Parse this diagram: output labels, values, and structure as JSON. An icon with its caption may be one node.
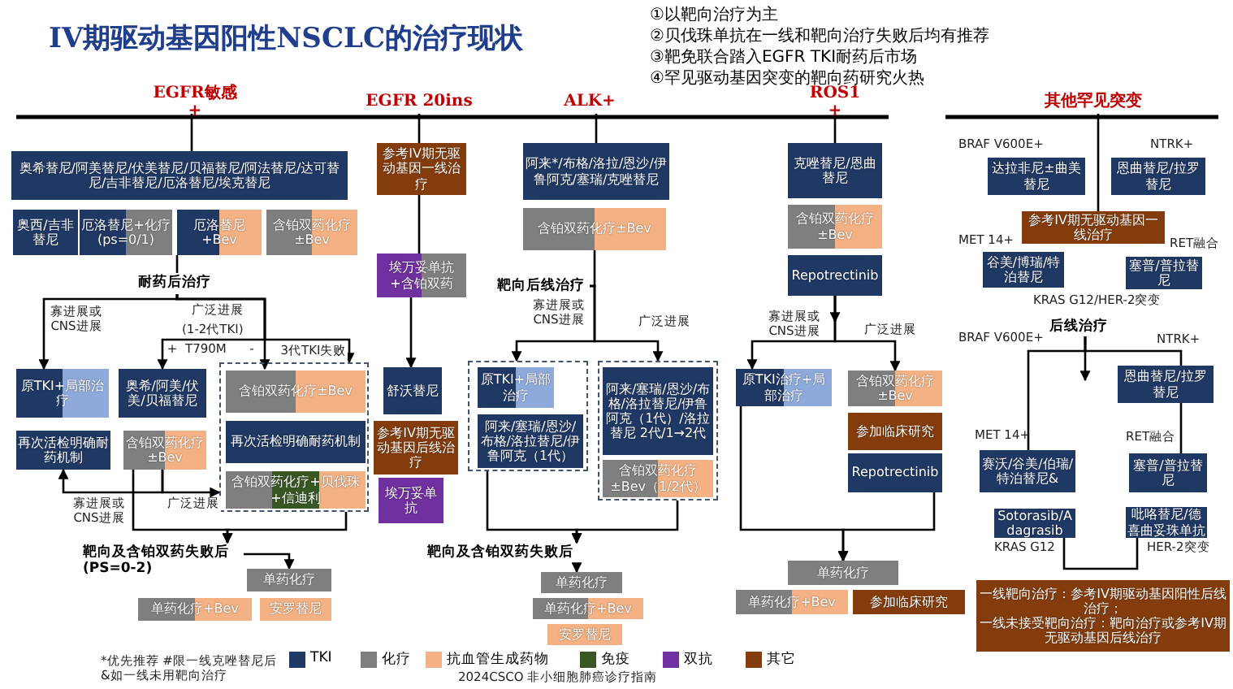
{
  "diagram": {
    "title": "IV期驱动基因阳性NSCLC的治疗现状",
    "nodes": [
      {
        "text": [
          "EGFR敏感+"
        ]
      },
      {
        "text": [
          "奥希替尼/阿美替尼/伏美替尼/贝福替尼/阿法替尼/达可替尼/吉非替尼/厄洛替尼/埃克替尼"
        ]
      },
      {
        "text": [
          "奥西/吉非替尼"
        ]
      },
      {
        "text": [
          "厄洛替尼+化疗(ps=0/1)"
        ]
      },
      {
        "text": [
          "厄洛替尼+Bev"
        ]
      },
      {
        "text": [
          "含铂双药化疗±Bev"
        ]
      },
      {
        "text": [
          "耐药后治疗"
        ]
      },
      {
        "text": [
          "原TKI+局部治疗"
        ]
      },
      {
        "text": [
          "再次活检明确耐药机制"
        ]
      },
      {
        "text": [
          "奥希/阿美/伏美/贝福替尼"
        ]
      },
      {
        "text": [
          "含铂双药化疗±Bev"
        ]
      },
      {
        "text": [],
        "shape": "box"
      },
      {
        "text": [
          "含铂双药化疗±Bev"
        ],
        "in": 11
      },
      {
        "text": [
          "再次活检明确耐药机制"
        ],
        "in": 11
      },
      {
        "text": [
          "含铂双药化疗+贝伐珠+信迪利"
        ],
        "in": 11
      },
      {
        "text": [
          "靶向及含铂双药失败后",
          "(PS=0-2)"
        ]
      },
      {
        "text": [
          "单药化疗"
        ]
      },
      {
        "text": [
          "单药化疗+Bev"
        ]
      },
      {
        "text": [
          "安罗替尼"
        ]
      },
      {
        "text": [
          "EGFR 20ins"
        ]
      },
      {
        "text": [
          "参考IV期无驱动基因一线治疗"
        ]
      },
      {
        "text": [
          "埃万妥单抗+含铂双药"
        ]
      },
      {
        "text": [
          "舒沃替尼"
        ]
      },
      {
        "text": [
          "参考IV期无驱动基因后线治疗"
        ]
      },
      {
        "text": [
          "埃万妥单抗"
        ]
      },
      {
        "text": [
          "ALK+"
        ]
      },
      {
        "text": [
          "阿来*/布格/洛拉/恩沙/伊鲁阿克/塞瑞/克唑替尼"
        ]
      },
      {
        "text": [
          "含铂双药化疗±Bev"
        ]
      },
      {
        "text": [
          "靶向后线治疗"
        ]
      },
      {
        "text": [],
        "shape": "box"
      },
      {
        "text": [
          "原TKI+局部治疗"
        ],
        "in": 29
      },
      {
        "text": [
          "阿来/塞瑞/恩沙/布格/洛拉替尼/伊鲁阿克（1代）"
        ],
        "in": 29
      },
      {
        "text": [],
        "shape": "box"
      },
      {
        "text": [
          "阿来/塞瑞/恩沙/布格/洛拉替尼/伊鲁阿克（1代）/洛拉替尼 2代/1→2代"
        ],
        "in": 32
      },
      {
        "text": [
          "含铂双药化疗±Bev（1/2代）"
        ],
        "in": 32
      },
      {
        "text": [
          "靶向及含铂双药失败后"
        ]
      },
      {
        "text": [
          "单药化疗"
        ]
      },
      {
        "text": [
          "单药化疗+Bev"
        ]
      },
      {
        "text": [
          "安罗替尼"
        ]
      },
      {
        "text": [
          "ROS1+"
        ]
      },
      {
        "text": [
          "克唑替尼/恩曲替尼"
        ]
      },
      {
        "text": [
          "含铂双药化疗±Bev"
        ]
      },
      {
        "text": [
          "Repotrectinib"
        ]
      },
      {
        "text": [
          "原TKI治疗+局部治疗"
        ]
      },
      {
        "text": [
          "含铂双药化疗±Bev"
        ]
      },
      {
        "text": [
          "参加临床研究"
        ]
      },
      {
        "text": [
          "Repotrectinib"
        ]
      },
      {
        "text": [
          "单药化疗"
        ]
      },
      {
        "text": [
          "单药化疗+Bev"
        ]
      },
      {
        "text": [
          "参加临床研究"
        ]
      },
      {
        "text": [
          "其他罕见突变"
        ]
      },
      {
        "text": [
          "达拉非尼±曲美替尼"
        ],
        "beside": [
          "BRAF V600E+"
        ]
      },
      {
        "text": [
          "恩曲替尼/拉罗替尼"
        ],
        "beside": [
          "NTRK+"
        ]
      },
      {
        "text": [
          "参考IV期无驱动基因一线治疗"
        ]
      },
      {
        "text": [
          "谷美/博瑞/特泊替尼"
        ],
        "beside": [
          "MET 14+"
        ]
      },
      {
        "text": [
          "塞普/普拉替尼"
        ],
        "beside": [
          "RET融合"
        ]
      },
      {
        "text": [
          "后线治疗"
        ]
      },
      {
        "text": [
          "恩曲替尼/拉罗替尼"
        ],
        "beside": [
          "NTRK+"
        ]
      },
      {
        "text": [
          "赛沃/谷美/伯瑞/特泊替尼&"
        ],
        "beside": [
          "MET 14+"
        ]
      },
      {
        "text": [
          "Sotorasib/Adagrasib"
        ],
        "beside": [
          "KRAS G12"
        ]
      },
      {
        "text": [
          "塞普/普拉替尼"
        ],
        "beside": [
          "RET融合"
        ]
      },
      {
        "text": [
          "吡咯替尼/德喜曲妥珠单抗"
        ],
        "beside": [
          "HER-2突变"
        ]
      },
      {
        "text": [
          "一线靶向治疗：参考IV期驱动基因阳性后线治疗；",
          "一线未接受靶向治疗：靶向治疗或参考IV期无驱动基因后线治疗"
        ]
      }
    ],
    "edges": [
      {
        "from": 0,
        "to": 1,
        "arrow": "none"
      },
      {
        "from": 4,
        "to": 6,
        "arrow": "none"
      },
      {
        "from": 6,
        "to": 7,
        "arrow": "to",
        "label": "寡进展或CNS进展"
      },
      {
        "from": 6,
        "to": 9,
        "arrow": "to",
        "label": "+"
      },
      {
        "from": 6,
        "to": 12,
        "arrow": "to",
        "label": "-"
      },
      {
        "from": 6,
        "to": 11,
        "arrow": "to",
        "label": "3代TKI失败"
      },
      {
        "from": 10,
        "to": 8,
        "arrow": "to",
        "label": "寡进展或CNS进展"
      },
      {
        "from": 10,
        "to": 11,
        "arrow": "to",
        "label": "广泛进展"
      },
      {
        "from": 10,
        "to": 15,
        "arrow": "to"
      },
      {
        "from": 11,
        "to": 15,
        "arrow": "to"
      },
      {
        "from": 15,
        "to": 16,
        "arrow": "to"
      },
      {
        "from": 19,
        "to": 20,
        "arrow": "none"
      },
      {
        "from": 20,
        "to": 21,
        "arrow": "none"
      },
      {
        "from": 21,
        "to": 22,
        "arrow": "to"
      },
      {
        "from": 25,
        "to": 26,
        "arrow": "none"
      },
      {
        "from": 27,
        "to": 28,
        "arrow": "none"
      },
      {
        "from": 28,
        "to": 29,
        "arrow": "to",
        "label": "寡进展或CNS进展"
      },
      {
        "from": 28,
        "to": 32,
        "arrow": "to",
        "label": "广泛进展"
      },
      {
        "from": 29,
        "to": 35,
        "arrow": "to"
      },
      {
        "from": 32,
        "to": 35,
        "arrow": "to"
      },
      {
        "from": 35,
        "to": 36,
        "arrow": "to"
      },
      {
        "from": 39,
        "to": 40,
        "arrow": "none"
      },
      {
        "from": 42,
        "to": 43,
        "arrow": "to",
        "label": "寡进展或CNS进展"
      },
      {
        "from": 42,
        "to": 44,
        "arrow": "to",
        "label": "广泛进展"
      },
      {
        "from": 42,
        "to": null,
        "arrow": "to"
      },
      {
        "from": 43,
        "to": 47,
        "arrow": "to"
      },
      {
        "from": 46,
        "to": 47,
        "arrow": "to"
      },
      {
        "from": 50,
        "to": 53,
        "arrow": "none"
      },
      {
        "from": 56,
        "to": 57,
        "arrow": "none"
      },
      {
        "from": 56,
        "to": 58,
        "arrow": "none"
      },
      {
        "from": 56,
        "to": null,
        "arrow": "to"
      },
      {
        "from": 57,
        "to": 60,
        "arrow": "none"
      },
      {
        "from": 59,
        "to": 61,
        "arrow": "none"
      }
    ],
    "labels": [
      "①以靶向治疗为主",
      "②贝伐珠单抗在一线和靶向治疗失败后均有推荐",
      "③靶免联合踏入EGFR TKI耐药后市场",
      "④罕见驱动基因突变的靶向药研究火热",
      "广泛进展",
      "(1-2代TKI)",
      "T790M",
      "KRAS G12/HER-2突变",
      "BRAF V600E+",
      "*优先推荐 #限一线克唑替尼后 &如一线未用靶向治疗",
      "2024CSCO 非小细胞肺癌诊疗指南"
    ],
    "legend": [
      {
        "text": "TKI",
        "color": "#1f3864"
      },
      {
        "text": "化疗",
        "color": "#7f7f7f"
      },
      {
        "text": "抗血管生成药物",
        "color": "#f4b183"
      },
      {
        "text": "免疫",
        "color": "#385723"
      },
      {
        "text": "双抗",
        "color": "#7030a0"
      },
      {
        "text": "其它",
        "color": "#843c0c"
      }
    ]
  }
}
